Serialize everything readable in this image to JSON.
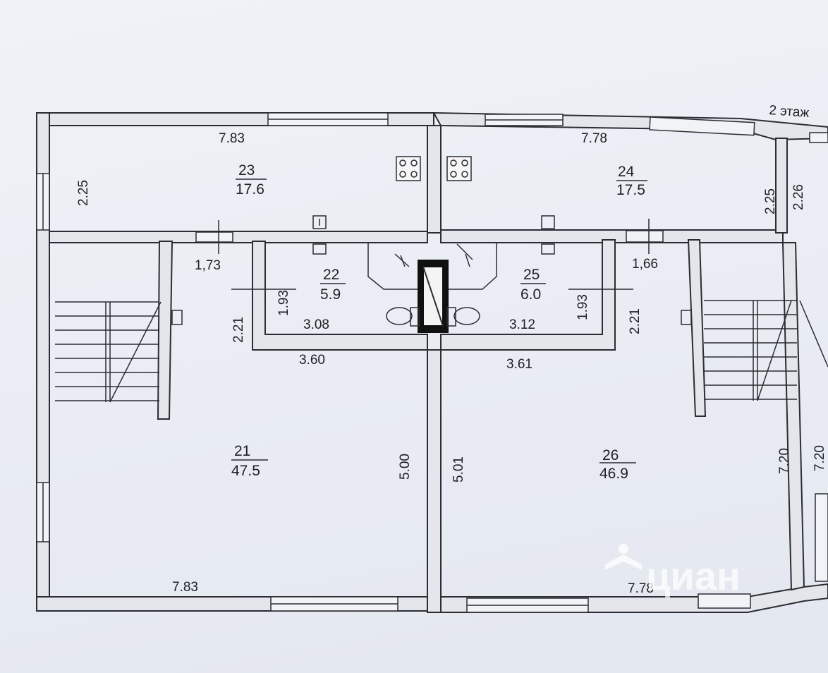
{
  "floor_label": "2 этаж",
  "rooms": [
    {
      "number": "23",
      "area": "17.6"
    },
    {
      "number": "24",
      "area": "17.5"
    },
    {
      "number": "22",
      "area": "5.9"
    },
    {
      "number": "25",
      "area": "6.0"
    },
    {
      "number": "21",
      "area": "47.5"
    },
    {
      "number": "26",
      "area": "46.9"
    }
  ],
  "dimensions": {
    "top_left_width": "7.83",
    "top_right_width": "7.78",
    "top_left_height": "2.25",
    "top_right_height": "2.25",
    "far_right_height": "2.26",
    "stair_left_width": "1,73",
    "stair_right_width": "1,66",
    "bath_left_height": "1.93",
    "bath_right_height": "1.93",
    "bath_left_width": "3.08",
    "bath_right_width": "3.12",
    "hall_left_height": "2.21",
    "hall_right_height": "2.21",
    "corridor_left_width": "3.60",
    "corridor_right_width": "3.61",
    "living_left_height": "5.00",
    "living_right_height": "5.01",
    "living_right_depth": "7.20",
    "living_far_depth": "7.20",
    "bottom_left_width": "7.83",
    "bottom_right_width": "7.78"
  },
  "watermark": "циан"
}
